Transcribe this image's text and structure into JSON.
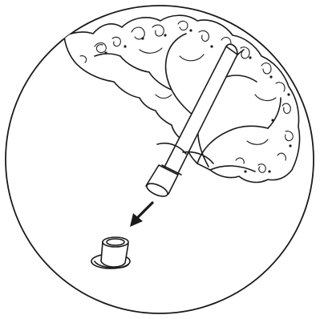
{
  "figure": {
    "subject": "detail-circle-branch-with-tube-and-cap",
    "colors": {
      "ink": "#1a1a1a",
      "paper": "#ffffff"
    },
    "icons": [
      "detail-circle",
      "tree-branch",
      "tube",
      "arrow-down-left",
      "end-cap"
    ]
  }
}
